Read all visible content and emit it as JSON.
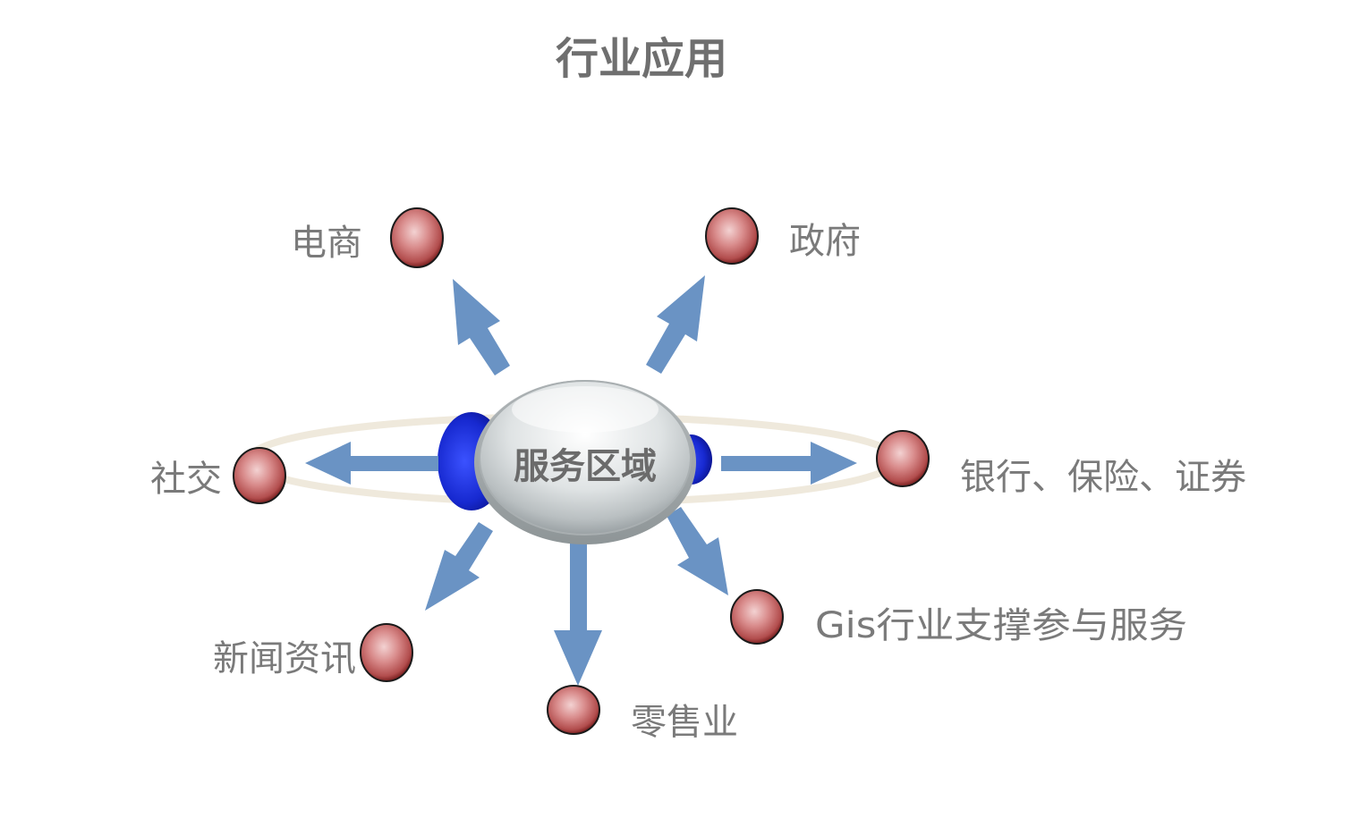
{
  "title": "行业应用",
  "hub": {
    "label": "服务区域"
  },
  "nodes": [
    {
      "id": "ecommerce",
      "label": "电商"
    },
    {
      "id": "government",
      "label": "政府"
    },
    {
      "id": "social",
      "label": "社交"
    },
    {
      "id": "finance",
      "label": "银行、保险、证券"
    },
    {
      "id": "news",
      "label": "新闻资讯"
    },
    {
      "id": "retail",
      "label": "零售业"
    },
    {
      "id": "gis",
      "label": "Gis行业支撑参与服务"
    }
  ],
  "colors": {
    "arrow": "#6a93c4",
    "node_ball": "#c96a6a",
    "hub_wings": "#1a2fd6",
    "orbit_ring": "#efe9dc",
    "text": "#7a7a7a"
  }
}
